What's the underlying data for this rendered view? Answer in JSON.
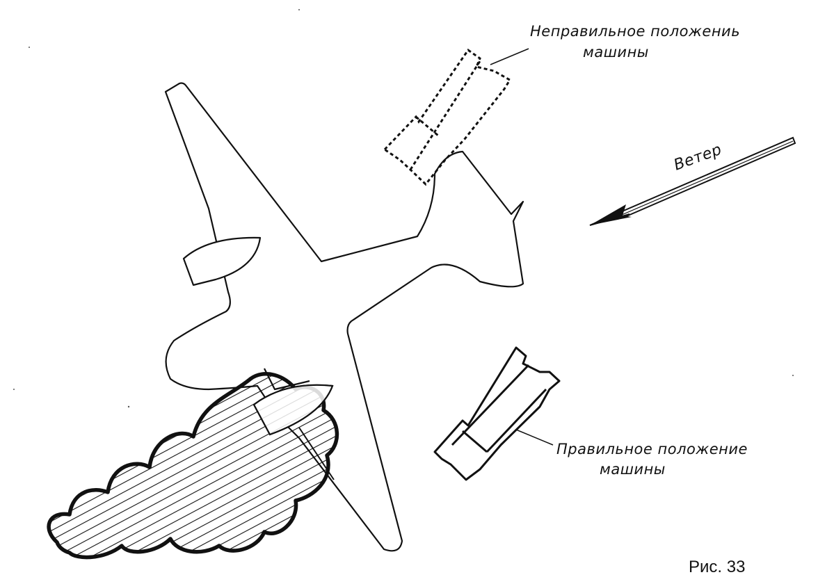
{
  "labels": {
    "wrong_position_line1": "Неправильное положениь",
    "wrong_position_line2": "машины",
    "correct_position_line1": "Правильное положение",
    "correct_position_line2": "машины",
    "wind": "Ветер",
    "figure": "Рис. 33"
  },
  "colors": {
    "ink": "#111111",
    "paper": "#ffffff"
  },
  "icons": {
    "aircraft": "aircraft-outline-icon",
    "vehicle_wrong": "vehicle-dashed-icon",
    "vehicle_correct": "vehicle-icon",
    "fire": "fire-cloud-icon",
    "wind": "wind-arrow-icon"
  }
}
